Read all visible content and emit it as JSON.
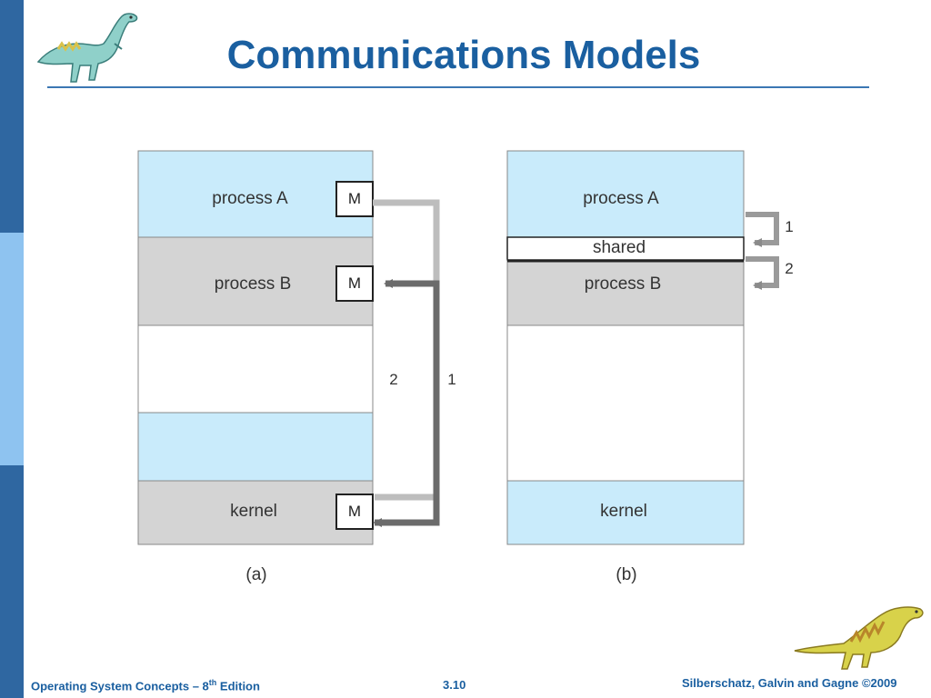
{
  "slide": {
    "title": "Communications Models"
  },
  "diagram_a": {
    "process_a": "process A",
    "process_b": "process B",
    "kernel": "kernel",
    "message_label": "M",
    "arrow_1_label": "1",
    "arrow_2_label": "2",
    "caption": "(a)"
  },
  "diagram_b": {
    "process_a": "process A",
    "shared": "shared",
    "process_b": "process B",
    "kernel": "kernel",
    "arrow_1_label": "1",
    "arrow_2_label": "2",
    "caption": "(b)"
  },
  "footer": {
    "book_title": "Operating System Concepts – 8",
    "edition_sup": "th",
    "edition_word": " Edition",
    "page_number": "3.10",
    "authors": "Silberschatz, Galvin and Gagne ©2009"
  },
  "colors": {
    "light_blue": "#c9ebfb",
    "gray": "#d4d4d4",
    "title_blue": "#1a5fa0",
    "sidebar_dark": "#2f67a1",
    "sidebar_light": "#8ec3f0"
  }
}
